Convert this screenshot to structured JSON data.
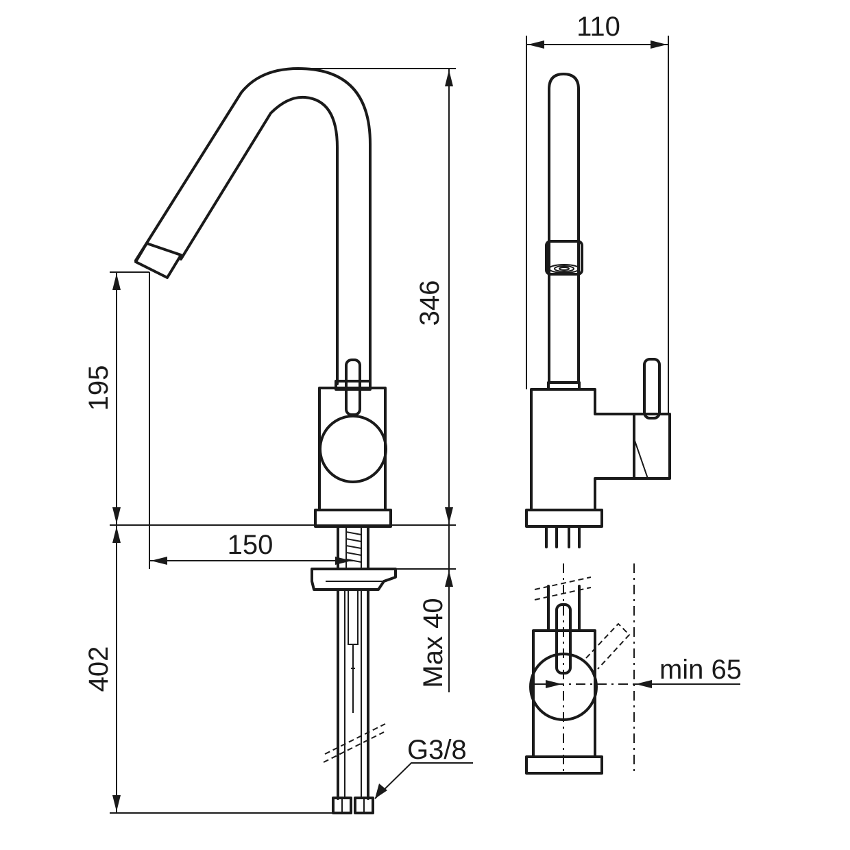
{
  "dimensions": {
    "total_height": "346",
    "spout_height": "195",
    "spout_reach": "150",
    "below_deck": "402",
    "width": "110",
    "deck_thickness": "Max 40",
    "clearance": "min 65",
    "connection": "G3/8"
  },
  "colors": {
    "line": "#1a1a1a",
    "background": "#ffffff"
  }
}
